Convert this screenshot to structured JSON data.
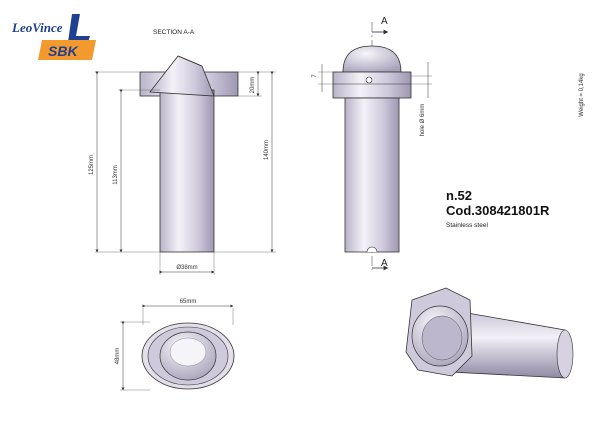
{
  "logo": {
    "brand": "LeoVince",
    "mark": "SBK",
    "colors": {
      "brand_blue": "#1f3f8f",
      "mark_orange": "#f29a2e"
    }
  },
  "drawing": {
    "section_title": "SECTION A-A",
    "section_marker": "A",
    "part_number": "n.52",
    "code": "Cod.308421801R",
    "material": "Stainless steel",
    "weight": "Weight = 0,14kg",
    "dims": {
      "d_height_125": "125mm",
      "d_height_113": "113mm",
      "d_height_140": "140mm",
      "d_offset_20": "20mm",
      "d_dia_38": "Ø38mm",
      "d_7": "7",
      "d_hole": "hole Ø 6mm",
      "d_width_65": "65mm",
      "d_height_48": "48mm"
    }
  }
}
